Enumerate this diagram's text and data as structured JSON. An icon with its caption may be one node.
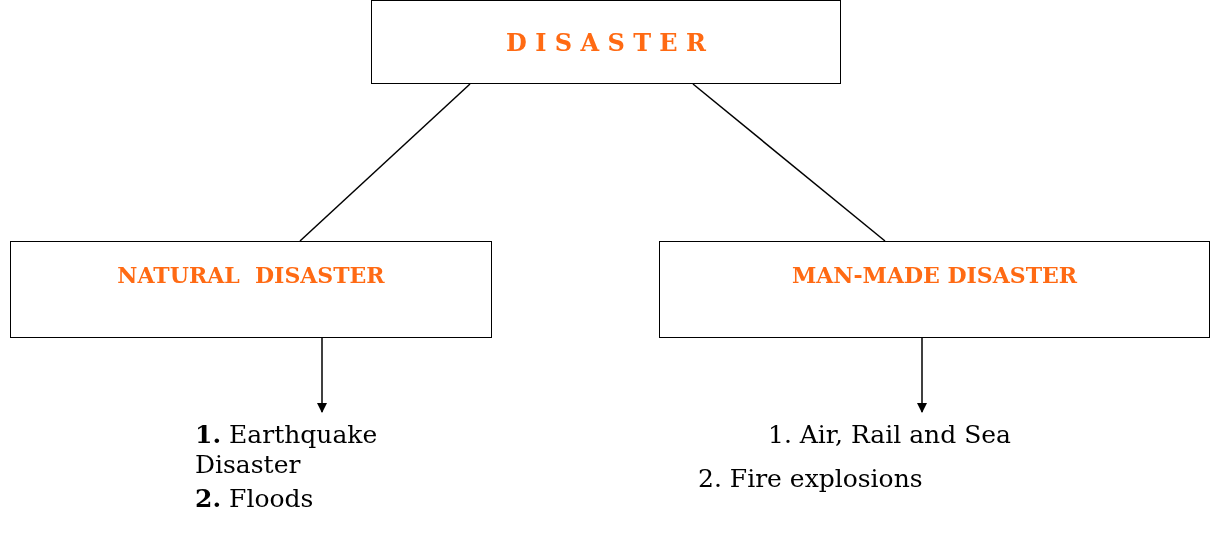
{
  "diagram": {
    "nodes": [
      {
        "text": [
          "D I S A S T E R"
        ]
      },
      {
        "text": [
          "NATURAL  DISASTER"
        ]
      },
      {
        "text": [
          "MAN-MADE DISASTER"
        ]
      },
      {
        "text": [
          "**1.** Earthquake Disaster",
          "**2.** Floods"
        ]
      },
      {
        "text": [
          "1. Air, Rail and Sea",
          "2. Fire explosions"
        ]
      }
    ],
    "edges": [
      {
        "from": 0,
        "to": 1,
        "arrow": "none"
      },
      {
        "from": 0,
        "to": 2,
        "arrow": "none"
      },
      {
        "from": 1,
        "to": 3,
        "arrow": "to"
      },
      {
        "from": 2,
        "to": 4,
        "arrow": "to"
      }
    ]
  }
}
